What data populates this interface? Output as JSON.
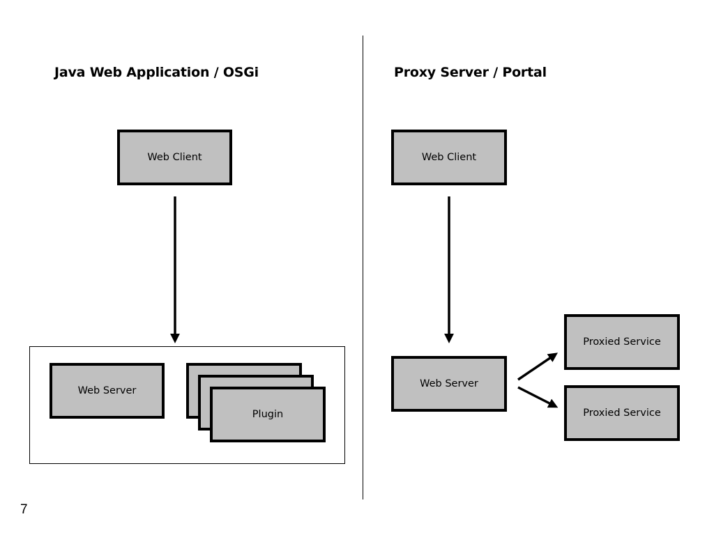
{
  "left_panel": {
    "title": "Java Web Application / OSGi",
    "web_client_label": "Web Client",
    "web_server_label": "Web Server",
    "plugin_label": "Plugin"
  },
  "right_panel": {
    "title": "Proxy Server / Portal",
    "web_client_label": "Web Client",
    "web_server_label": "Web Server",
    "proxied_services": [
      "Proxied Service",
      "Proxied Service"
    ]
  },
  "page_number": "7",
  "colors": {
    "box_fill": "#c0c0c0",
    "stroke": "#000000",
    "background": "#ffffff"
  }
}
